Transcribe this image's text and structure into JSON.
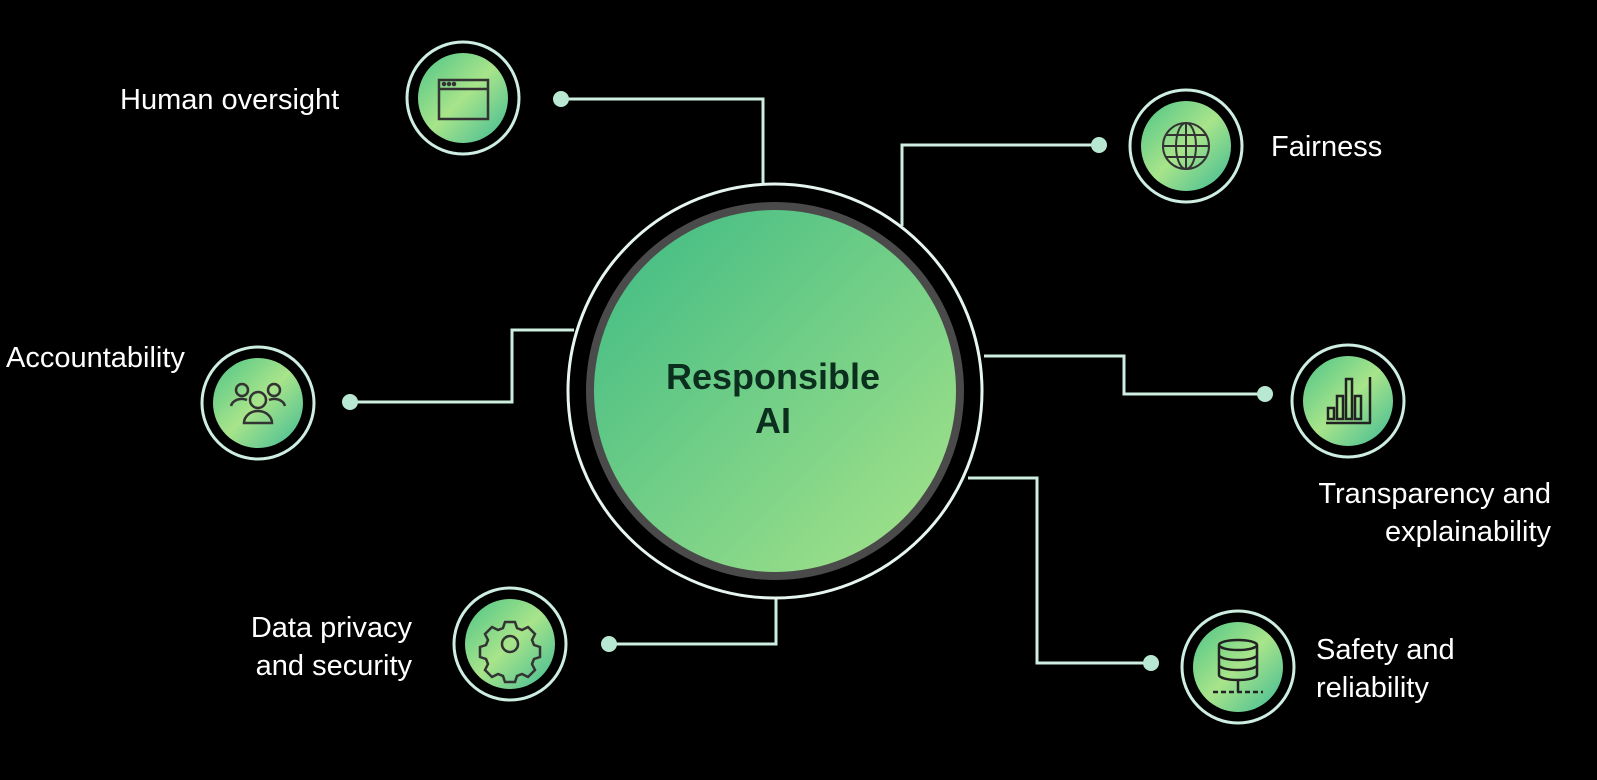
{
  "center": {
    "line1": "Responsible",
    "line2": "AI"
  },
  "nodes": [
    {
      "id": "human-oversight",
      "label": "Human oversight",
      "icon": "browser-window-icon"
    },
    {
      "id": "fairness",
      "label": "Fairness",
      "icon": "globe-icon"
    },
    {
      "id": "accountability",
      "label": "Accountability",
      "icon": "users-group-icon"
    },
    {
      "id": "transparency",
      "label_line1": "Transparency and",
      "label_line2": "explainability",
      "icon": "bar-chart-icon"
    },
    {
      "id": "data-privacy",
      "label_line1": "Data privacy",
      "label_line2": "and security",
      "icon": "gear-icon"
    },
    {
      "id": "safety",
      "label_line1": "Safety and",
      "label_line2": "reliability",
      "icon": "database-icon"
    }
  ],
  "colors": {
    "background": "#000000",
    "line": "#cdeee0",
    "gradient_start": "#3dba84",
    "gradient_end": "#a8e48a",
    "ring": "#4a4a4a",
    "text_center": "#0b2e1f"
  }
}
